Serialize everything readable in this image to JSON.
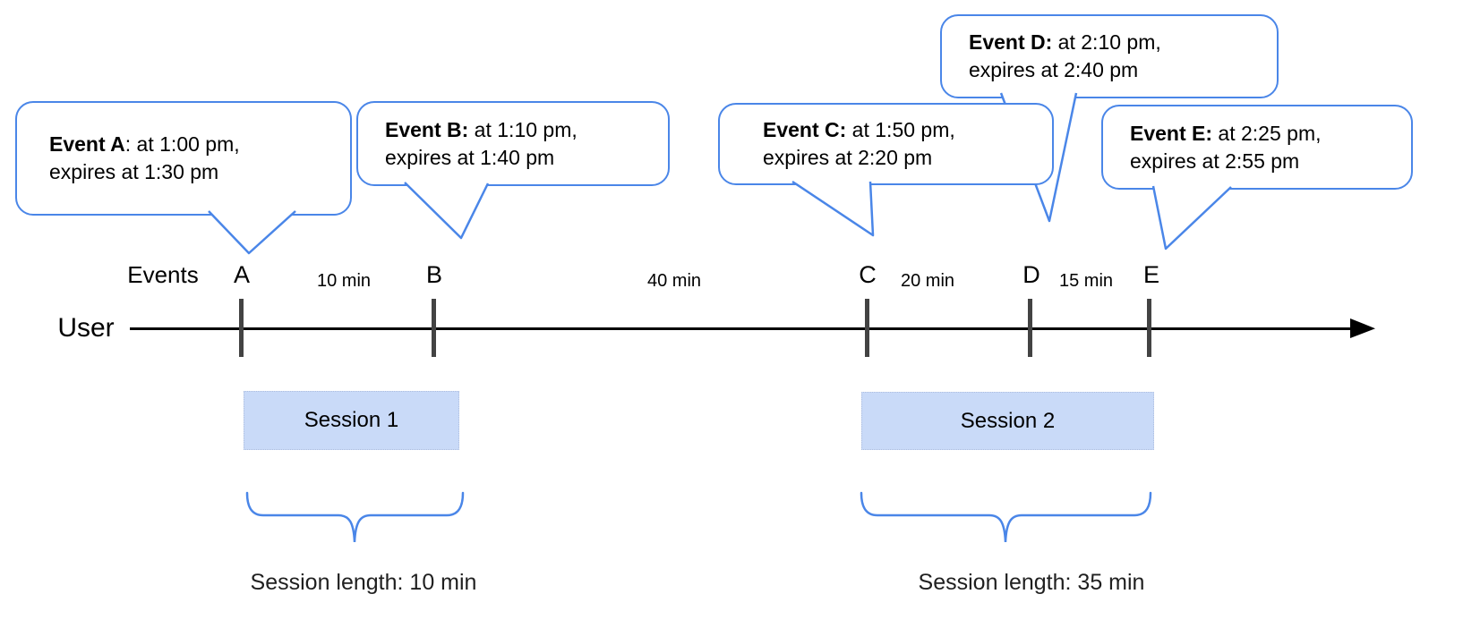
{
  "colors": {
    "accent_blue": "#4a86e8",
    "session_fill": "#c9daf8",
    "tick_gray": "#434343",
    "timeline_black": "#000000"
  },
  "labels": {
    "user": "User",
    "events": "Events"
  },
  "bubbles": [
    {
      "event": "A",
      "bold": "Event A",
      "rest": ": at 1:00 pm,",
      "line2": "expires at 1:30 pm"
    },
    {
      "event": "B",
      "bold": "Event B:",
      "rest": " at 1:10 pm,",
      "line2": "expires at 1:40 pm"
    },
    {
      "event": "C",
      "bold": "Event C:",
      "rest": " at 1:50 pm,",
      "line2": "expires at 2:20 pm"
    },
    {
      "event": "D",
      "bold": "Event D:",
      "rest": " at 2:10 pm,",
      "line2": "expires at 2:40 pm"
    },
    {
      "event": "E",
      "bold": "Event E:",
      "rest": " at 2:25 pm,",
      "line2": "expires at 2:55 pm"
    }
  ],
  "timeline": {
    "event_marks": [
      "A",
      "B",
      "C",
      "D",
      "E"
    ],
    "intervals": [
      "10 min",
      "40 min",
      "20 min",
      "15 min"
    ]
  },
  "sessions": [
    {
      "label": "Session 1",
      "length": "Session length: 10 min"
    },
    {
      "label": "Session 2",
      "length": "Session length: 35 min"
    }
  ]
}
